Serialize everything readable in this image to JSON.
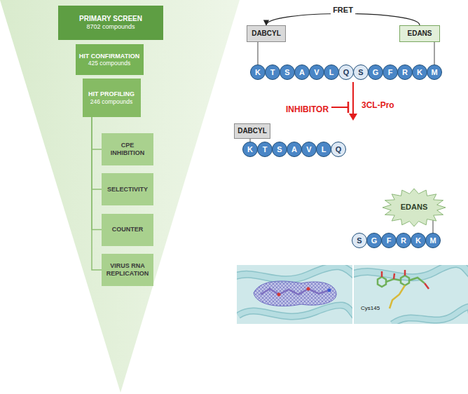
{
  "diagram": {
    "nodes": [
      {
        "text": [
          "PRIMARY SCREEN",
          "8702 compounds"
        ]
      },
      {
        "text": [
          "HIT CONFIRMATION",
          "425 compounds"
        ]
      },
      {
        "text": [
          "HIT PROFILING",
          "246 compounds"
        ]
      },
      {
        "text": [
          "CPE INHIBITION"
        ]
      },
      {
        "text": [
          "SELECTIVITY"
        ]
      },
      {
        "text": [
          "COUNTER"
        ]
      },
      {
        "text": [
          "VIRUS RNA REPLICATION"
        ]
      },
      {
        "text": [
          "DABCYL"
        ]
      },
      {
        "text": [
          "EDANS"
        ]
      },
      {
        "text": [
          "K"
        ]
      },
      {
        "text": [
          "T"
        ]
      },
      {
        "text": [
          "S"
        ]
      },
      {
        "text": [
          "A"
        ]
      },
      {
        "text": [
          "V"
        ]
      },
      {
        "text": [
          "L"
        ]
      },
      {
        "text": [
          "Q"
        ]
      },
      {
        "text": [
          "S"
        ]
      },
      {
        "text": [
          "G"
        ]
      },
      {
        "text": [
          "F"
        ]
      },
      {
        "text": [
          "R"
        ]
      },
      {
        "text": [
          "K"
        ]
      },
      {
        "text": [
          "M"
        ]
      },
      {
        "text": [
          "DABCYL"
        ]
      },
      {
        "text": [
          "K"
        ]
      },
      {
        "text": [
          "T"
        ]
      },
      {
        "text": [
          "S"
        ]
      },
      {
        "text": [
          "A"
        ]
      },
      {
        "text": [
          "V"
        ]
      },
      {
        "text": [
          "L"
        ]
      },
      {
        "text": [
          "Q"
        ]
      },
      {
        "text": [
          "EDANS"
        ]
      },
      {
        "text": [
          "S"
        ]
      },
      {
        "text": [
          "G"
        ]
      },
      {
        "text": [
          "F"
        ]
      },
      {
        "text": [
          "R"
        ]
      },
      {
        "text": [
          "K"
        ]
      },
      {
        "text": [
          "M"
        ]
      }
    ],
    "edges": [
      {
        "from": 2,
        "to": 3,
        "arrow": "none"
      },
      {
        "from": 2,
        "to": 4,
        "arrow": "none"
      },
      {
        "from": 2,
        "to": 5,
        "arrow": "none"
      },
      {
        "from": 2,
        "to": 6,
        "arrow": "none"
      },
      {
        "from": 8,
        "to": 7,
        "label": "FRET",
        "arrow": "to"
      },
      {
        "from": 7,
        "to": 9,
        "arrow": "none"
      },
      {
        "from": 8,
        "to": 21,
        "arrow": "none"
      },
      {
        "from": 22,
        "to": 23,
        "arrow": "none"
      },
      {
        "from": 30,
        "to": 36,
        "arrow": "none"
      }
    ],
    "labels": [
      "INHIBITOR",
      "3CL-Pro",
      "Cys145"
    ]
  }
}
